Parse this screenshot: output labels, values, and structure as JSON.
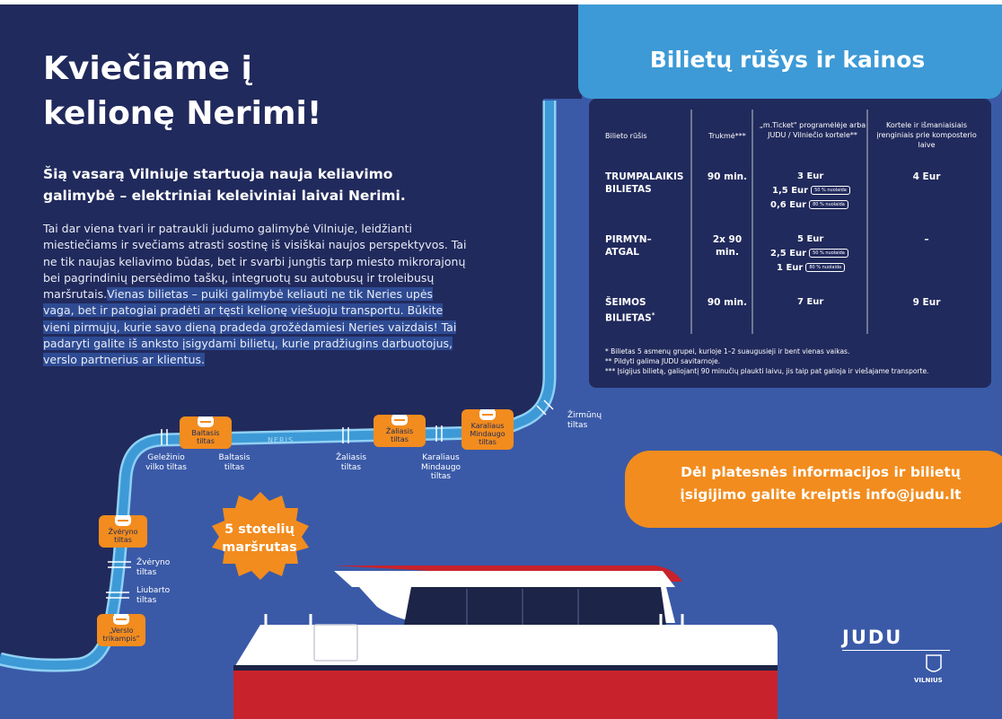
{
  "hero": {
    "title_line1": "Kviečiame į",
    "title_line2": "kelionę Nerimi!",
    "lead": "Šią vasarą Vilniuje startuoja nauja keliavimo galimybė – elektriniai keleiviniai laivai Nerimi.",
    "body_part1": "Tai dar viena tvari ir patraukli judumo galimybė Vilniuje, leidžianti miestiečiams ir svečiams atrasti sostinę iš visiškai naujos perspektyvos. Tai ne tik naujas keliavimo būdas, bet ir svarbi jungtis tarp miesto mikrorajonų bei pagrindinių persėdimo taškų, integruotų su autobusų ir troleibusų maršrutais.",
    "body_part2": "Vienas bilietas – puiki galimybė keliauti ne tik Neries upės vaga, bet ir patogiai pradėti ar tęsti kelionę viešuoju transportu. Būkite vieni pirmųjų, kurie savo dieną pradeda grožėdamiesi Neries vaizdais! Tai padaryti galite iš anksto įsigydami bilietų, kurie pradžiugins darbuotojus, verslo partnerius ar klientus."
  },
  "tickets": {
    "title": "Bilietų rūšys ir kainos",
    "headers": {
      "type": "Bilieto rūšis",
      "duration": "Trukmė***",
      "app": "„m.Ticket\" programėlėje arba JUDU / Vilniečio kortele**",
      "onboard": "Kortele ir išmaniaisiais įrenginiais prie komposterio laive"
    },
    "rows": [
      {
        "type": "TRUMPALAIKIS BILIETAS",
        "duration": "90 min.",
        "price": "3 Eur",
        "disc1_price": "1,5 Eur",
        "disc1_label": "50 % nuolaida",
        "disc2_price": "0,6 Eur",
        "disc2_label": "80 % nuolaida",
        "onboard": "4 Eur"
      },
      {
        "type": "PIRMYN–ATGAL",
        "duration": "2x 90 min.",
        "price": "5 Eur",
        "disc1_price": "2,5 Eur",
        "disc1_label": "50 % nuolaida",
        "disc2_price": "1 Eur",
        "disc2_label": "80 % nuolaida",
        "onboard": "–"
      },
      {
        "type": "ŠEIMOS BILIETAS",
        "type_mark": "*",
        "duration": "90 min.",
        "price": "7 Eur",
        "onboard": "9 Eur"
      }
    ],
    "footnotes": [
      "* Bilietas 5 asmenų grupei, kurioje 1–2 suaugusieji ir bent vienas vaikas.",
      "** Pildyti galima JUDU savitarnoje.",
      "*** Įsigijus bilietą, galiojantį 90 minučių plaukti laivu, jis taip pat galioja ir viešajame transporte."
    ]
  },
  "info": {
    "line1": "Dėl platesnės informacijos ir bilietų",
    "line2": "įsigijimo galite kreiptis info@judu.lt"
  },
  "map": {
    "river": "NERIS",
    "stops": {
      "baltasis": "Baltasis tiltas",
      "zaliasis": "Žaliasis tiltas",
      "mindaugo": "Karaliaus Mindaugo tiltas",
      "zveryno": "Žvėryno tiltas",
      "verslo": "„Verslo trikampis\""
    },
    "bridges": {
      "zirmunu": "Žirmūnų tiltas",
      "gelezinio": "Geležinio vilko tiltas",
      "baltasis": "Baltasis tiltas",
      "zaliasis": "Žaliasis tiltas",
      "mindaugo": "Karaliaus Mindaugo tiltas",
      "zveryno": "Žvėryno tiltas",
      "liubarto": "Liubarto tiltas"
    },
    "route_badge": "5 stotelių maršrutas"
  },
  "logos": {
    "judu": "JUDU",
    "vilnius": "VILNIUS"
  },
  "colors": {
    "navy": "#212a5c",
    "royal": "#3a5aa8",
    "sky": "#3d9ad6",
    "orange": "#f28c1e",
    "river": "#4aa8e0",
    "boat_red": "#c8222c"
  }
}
